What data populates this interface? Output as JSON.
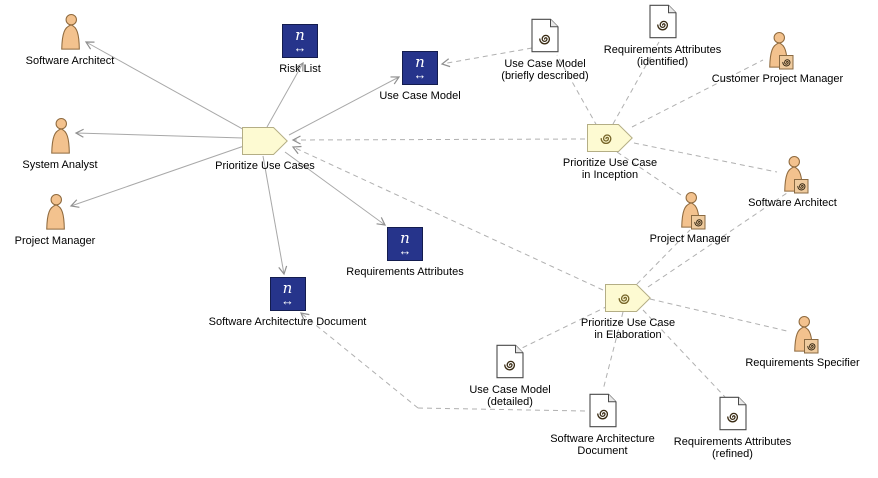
{
  "palette": {
    "artifact_blue": "#26348b",
    "actor_skin": "#f3c28e",
    "actor_outline": "#8f6a3e",
    "activity_fill": "#fdfad2",
    "activity_outline": "#b4ae85",
    "connector_gray": "#a8a8a8",
    "background": "#ffffff"
  },
  "artifact_glyph": {
    "letter": "n",
    "arrow": "↔"
  },
  "actors": [
    {
      "id": "software-architect-left",
      "label": "Software Architect",
      "badge": false
    },
    {
      "id": "system-analyst",
      "label": "System Analyst",
      "badge": false
    },
    {
      "id": "project-manager-left",
      "label": "Project Manager",
      "badge": false
    },
    {
      "id": "customer-project-manager",
      "label": "Customer Project Manager",
      "badge": true
    },
    {
      "id": "software-architect-right",
      "label": "Software Architect",
      "badge": true
    },
    {
      "id": "project-manager-right",
      "label": "Project Manager",
      "badge": true
    },
    {
      "id": "requirements-specifier",
      "label": "Requirements Specifier",
      "badge": true
    }
  ],
  "artifacts": [
    {
      "id": "risk-list",
      "label": "Risk List"
    },
    {
      "id": "use-case-model",
      "label": "Use Case Model"
    },
    {
      "id": "requirements-attributes",
      "label": "Requirements Attributes"
    },
    {
      "id": "software-architecture-document",
      "label": "Software Architecture Document"
    }
  ],
  "activities": [
    {
      "id": "prioritize-use-cases",
      "label": "Prioritize Use Cases"
    },
    {
      "id": "prioritize-use-case-in-inception",
      "line1": "Prioritize Use Case",
      "line2": "in Inception"
    },
    {
      "id": "prioritize-use-case-in-elaboration",
      "line1": "Prioritize Use Case",
      "line2": "in Elaboration"
    }
  ],
  "documents": [
    {
      "id": "use-case-model-briefly-described",
      "line1": "Use Case Model",
      "line2": "(briefly described)"
    },
    {
      "id": "requirements-attributes-identified",
      "line1": "Requirements Attributes",
      "line2": "(identified)"
    },
    {
      "id": "use-case-model-detailed",
      "line1": "Use Case Model",
      "line2": "(detailed)"
    },
    {
      "id": "software-architecture-document-doc",
      "line1": "Software Architecture",
      "line2": "Document"
    },
    {
      "id": "requirements-attributes-refined",
      "line1": "Requirements Attributes",
      "line2": "(refined)"
    }
  ],
  "edges": [
    {
      "from": "prioritize-use-cases",
      "to": "software-architect-left",
      "style": "solid-arrow"
    },
    {
      "from": "prioritize-use-cases",
      "to": "system-analyst",
      "style": "solid-arrow"
    },
    {
      "from": "prioritize-use-cases",
      "to": "project-manager-left",
      "style": "solid-arrow"
    },
    {
      "from": "prioritize-use-cases",
      "to": "risk-list",
      "style": "solid-arrow"
    },
    {
      "from": "prioritize-use-cases",
      "to": "use-case-model",
      "style": "solid-arrow"
    },
    {
      "from": "prioritize-use-cases",
      "to": "requirements-attributes",
      "style": "solid-arrow"
    },
    {
      "from": "prioritize-use-cases",
      "to": "software-architecture-document",
      "style": "solid-arrow"
    },
    {
      "from": "prioritize-use-case-in-inception",
      "to": "prioritize-use-cases",
      "style": "dashed-arrow"
    },
    {
      "from": "use-case-model-briefly-described",
      "to": "use-case-model",
      "style": "dashed-arrow"
    },
    {
      "from": "prioritize-use-case-in-inception",
      "to": "use-case-model-briefly-described",
      "style": "dashed"
    },
    {
      "from": "prioritize-use-case-in-inception",
      "to": "requirements-attributes-identified",
      "style": "dashed"
    },
    {
      "from": "prioritize-use-case-in-inception",
      "to": "customer-project-manager",
      "style": "dashed"
    },
    {
      "from": "prioritize-use-case-in-inception",
      "to": "software-architect-right",
      "style": "dashed"
    },
    {
      "from": "prioritize-use-case-in-inception",
      "to": "project-manager-right",
      "style": "dashed"
    },
    {
      "from": "prioritize-use-case-in-elaboration",
      "to": "prioritize-use-cases",
      "style": "dashed-arrow"
    },
    {
      "from": "prioritize-use-case-in-elaboration",
      "to": "use-case-model-detailed",
      "style": "dashed"
    },
    {
      "from": "prioritize-use-case-in-elaboration",
      "to": "software-architecture-document-doc",
      "style": "dashed"
    },
    {
      "from": "prioritize-use-case-in-elaboration",
      "to": "requirements-attributes-refined",
      "style": "dashed"
    },
    {
      "from": "prioritize-use-case-in-elaboration",
      "to": "requirements-specifier",
      "style": "dashed"
    },
    {
      "from": "prioritize-use-case-in-elaboration",
      "to": "software-architect-right",
      "style": "dashed"
    },
    {
      "from": "prioritize-use-case-in-elaboration",
      "to": "project-manager-right",
      "style": "dashed"
    },
    {
      "from": "software-architecture-document-doc",
      "to": "software-architecture-document",
      "style": "dashed-arrow"
    }
  ]
}
